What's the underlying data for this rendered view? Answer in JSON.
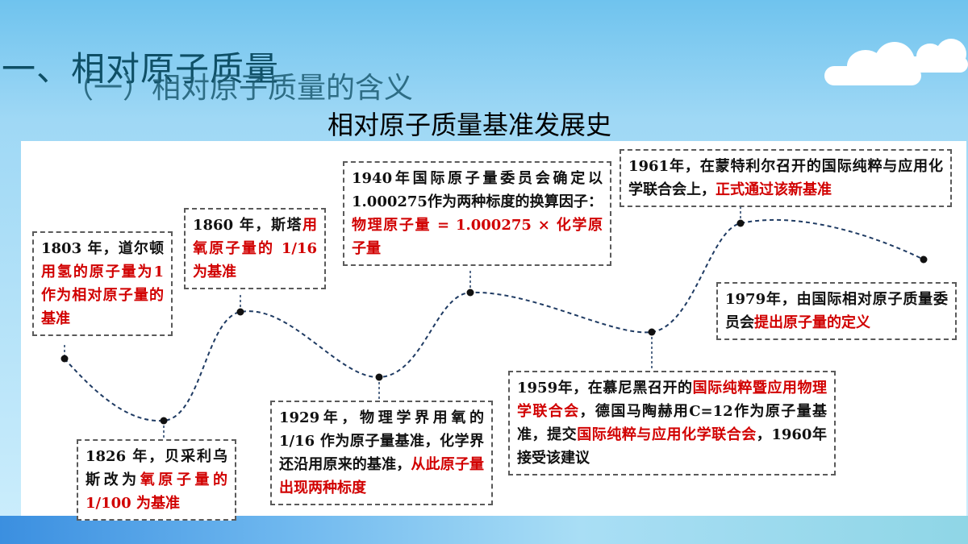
{
  "headings": {
    "section": "一、相对原子质量",
    "subsection": "（一）相对原子质量的含义",
    "diagram_title": "相对原子质量基准发展史"
  },
  "colors": {
    "highlight": "#d10000",
    "curve": "#1f3b63",
    "text": "#111111"
  },
  "events": [
    {
      "id": "1803",
      "parts": [
        {
          "text": "1803 年，道尔顿"
        },
        {
          "text": "用氢的原子量为1作为相对原子量的基准",
          "hl": true
        }
      ]
    },
    {
      "id": "1826",
      "parts": [
        {
          "text": "1826 年，贝采利乌斯改为"
        },
        {
          "text": "氧原子量的 1/100 为基准",
          "hl": true
        }
      ]
    },
    {
      "id": "1860",
      "parts": [
        {
          "text": "1860 年，斯塔"
        },
        {
          "text": "用氧原子量的 1/16 为基准",
          "hl": true
        }
      ]
    },
    {
      "id": "1929",
      "parts": [
        {
          "text": "1929年，物理学界用氧的 1/16 作为原子量基准，化学界还沿用原来的基准，"
        },
        {
          "text": "从此原子量出现两种标度",
          "hl": true
        }
      ]
    },
    {
      "id": "1940",
      "parts": [
        {
          "text": "1940年国际原子量委员会确定以1.000275作为两种标度的换算因子："
        },
        {
          "text": "物理原子量 = 1.000275 × 化学原子量",
          "hl": true
        }
      ]
    },
    {
      "id": "1959",
      "parts": [
        {
          "text": "1959年，在慕尼黑召开的"
        },
        {
          "text": "国际纯粹暨应用物理学联合会",
          "hl": true
        },
        {
          "text": "，德国马陶赫用C=12作为原子量基准，提交"
        },
        {
          "text": "国际纯粹与应用化学联合会",
          "hl": true
        },
        {
          "text": "，1960年接受该建议"
        }
      ]
    },
    {
      "id": "1961",
      "parts": [
        {
          "text": "1961年，在蒙特利尔召开的国际纯粹与应用化学联合会上，"
        },
        {
          "text": "正式通过该新基准",
          "hl": true
        }
      ]
    },
    {
      "id": "1979",
      "parts": [
        {
          "text": "1979年，由国际相对原子质量委员会"
        },
        {
          "text": "提出原子量的定义",
          "hl": true
        }
      ]
    }
  ]
}
